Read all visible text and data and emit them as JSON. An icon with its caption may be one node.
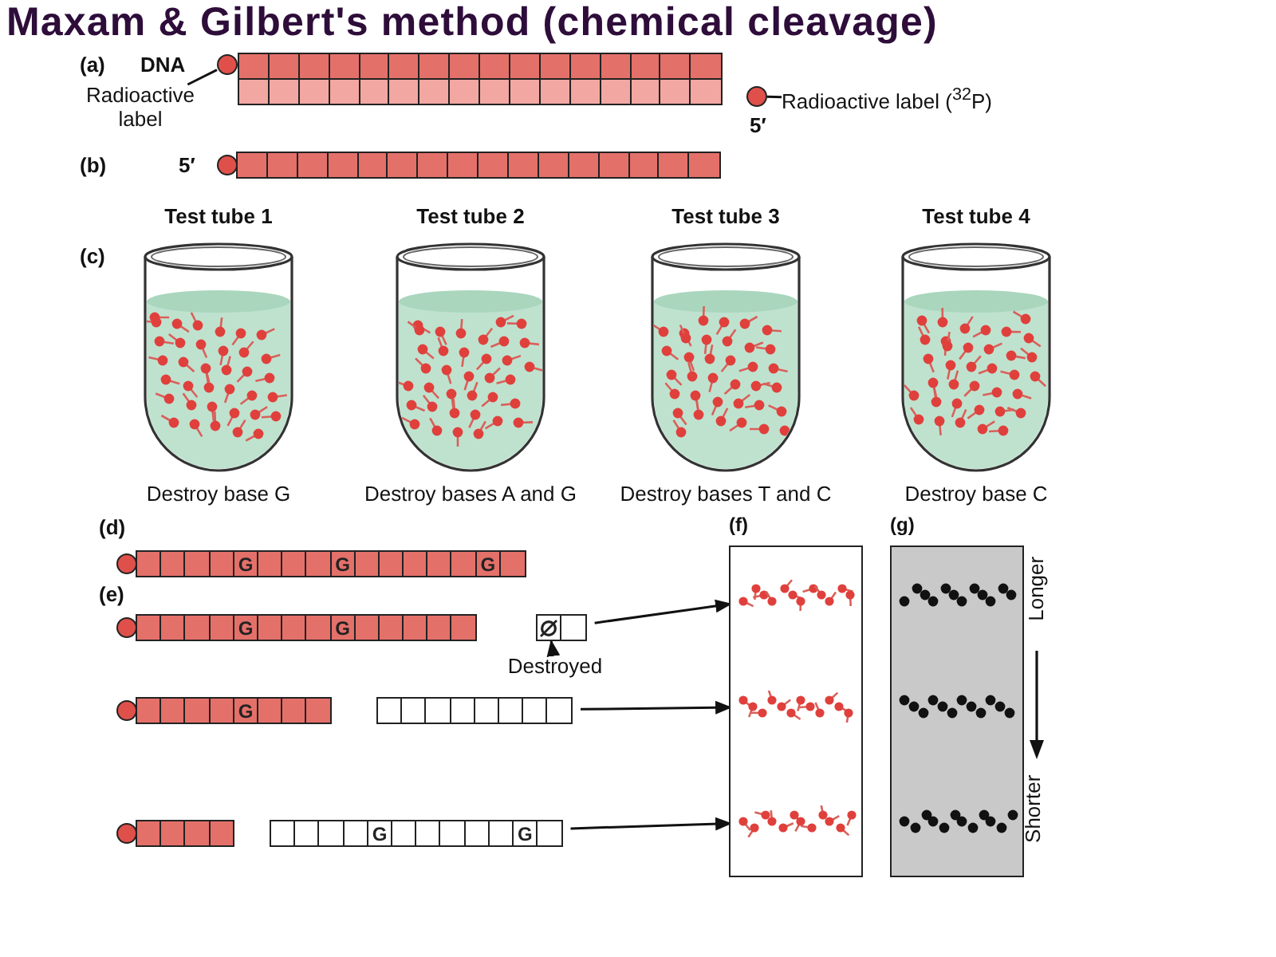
{
  "diagram": {
    "title": "Maxam & Gilbert's method (chemical cleavage)",
    "nodes": [
      {
        "text": [
          "Radioactive label"
        ]
      },
      {
        "text": [],
        "shape": "circle"
      },
      {
        "text": [],
        "shape": "circle",
        "beside": [
          "5′"
        ]
      },
      {
        "text": [
          "Radioactive label ($^{32}$P)"
        ]
      },
      {
        "text": [],
        "shape": "bar"
      },
      {
        "text": [
          "Test tube 1"
        ],
        "beside": [
          "Destroy base G"
        ]
      },
      {
        "text": [
          "Test tube 2"
        ],
        "beside": [
          "Destroy bases A and G"
        ]
      },
      {
        "text": [
          "Test tube 3"
        ],
        "beside": [
          "Destroy bases T and C"
        ]
      },
      {
        "text": [
          "Test tube 4"
        ],
        "beside": [
          "Destroy base C"
        ]
      },
      {
        "text": [],
        "shape": "bar"
      },
      {
        "text": [],
        "shape": "bar"
      },
      {
        "text": [],
        "shape": "bar"
      },
      {
        "text": [],
        "shape": "box"
      },
      {
        "text": [
          "Destroyed"
        ]
      },
      {
        "text": [],
        "shape": "bar"
      },
      {
        "text": [],
        "shape": "bar"
      },
      {
        "text": [],
        "shape": "bar"
      },
      {
        "text": [],
        "shape": "bar"
      },
      {
        "text": [
          "(f)"
        ]
      },
      {
        "text": [],
        "shape": "cluster",
        "in": 18
      },
      {
        "text": [],
        "shape": "cluster",
        "in": 18
      },
      {
        "text": [],
        "shape": "cluster",
        "in": 18
      },
      {
        "text": [
          "(g)"
        ],
        "beside": [
          "Longer",
          "Shorter"
        ]
      }
    ],
    "edges": [
      {
        "from": 0,
        "to": 1,
        "arrow": "none"
      },
      {
        "from": 3,
        "to": 2,
        "arrow": "none"
      },
      {
        "from": 13,
        "to": 12,
        "arrow": "to"
      },
      {
        "from": 11,
        "to": 19,
        "arrow": "to"
      },
      {
        "from": 15,
        "to": 20,
        "arrow": "to"
      },
      {
        "from": 17,
        "to": 21,
        "arrow": "to"
      }
    ],
    "labels": [
      "(a)",
      "DNA",
      "(b)",
      "5′",
      "(c)",
      "(d)",
      "G",
      "G",
      "G",
      "(e)",
      "G",
      "G",
      "G",
      "G",
      "G"
    ]
  }
}
